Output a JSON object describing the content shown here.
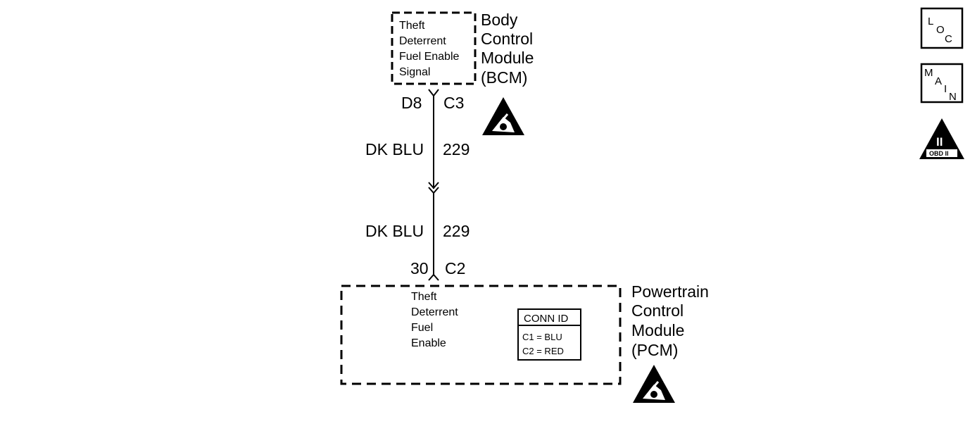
{
  "bcm": {
    "name_lines": [
      "Body",
      "Control",
      "Module",
      "(BCM)"
    ],
    "signal_lines": [
      "Theft",
      "Deterrent",
      "Fuel Enable",
      "Signal"
    ],
    "pin": "D8",
    "connector": "C3"
  },
  "wire_upper": {
    "color": "DK BLU",
    "circuit": "229"
  },
  "wire_lower": {
    "color": "DK BLU",
    "circuit": "229"
  },
  "pcm": {
    "name_lines": [
      "Powertrain",
      "Control",
      "Module",
      "(PCM)"
    ],
    "signal_lines": [
      "Theft",
      "Deterrent",
      "Fuel",
      "Enable"
    ],
    "pin": "30",
    "connector": "C2",
    "conn_id": {
      "title": "CONN ID",
      "rows": [
        "C1 = BLU",
        "C2 = RED"
      ]
    }
  },
  "nav": {
    "loc": {
      "letters": [
        "L",
        "O",
        "C"
      ]
    },
    "main": {
      "letters": [
        "M",
        "A",
        "I",
        "N"
      ]
    },
    "obd": {
      "numeral": "II",
      "label": "OBD II"
    }
  },
  "icons": {
    "esd": "esd-sensitive-icon",
    "obd": "obd-ii-icon"
  }
}
